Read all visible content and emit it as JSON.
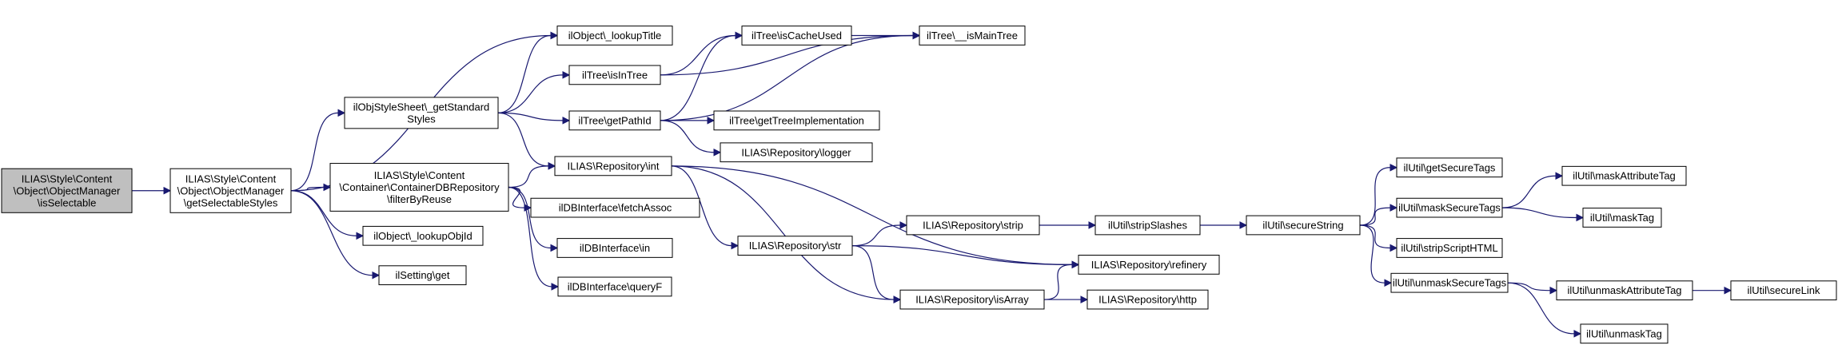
{
  "graph": {
    "edge_color": "#191970",
    "root_fill": "#bfbfbf",
    "nodes": [
      {
        "id": "n0",
        "root": true,
        "lines": [
          "ILIAS\\Style\\Content",
          "\\Object\\ObjectManager",
          "\\isSelectable"
        ]
      },
      {
        "id": "n1",
        "lines": [
          "ILIAS\\Style\\Content",
          "\\Object\\ObjectManager",
          "\\getSelectableStyles"
        ]
      },
      {
        "id": "n2",
        "lines": [
          "ilObject\\_lookupTitle"
        ]
      },
      {
        "id": "n3",
        "lines": [
          "ilObjStyleSheet\\_getStandard",
          "Styles"
        ]
      },
      {
        "id": "n4",
        "lines": [
          "ILIAS\\Style\\Content",
          "\\Container\\ContainerDBRepository",
          "\\filterByReuse"
        ]
      },
      {
        "id": "n5",
        "lines": [
          "ilObject\\_lookupObjId"
        ]
      },
      {
        "id": "n6",
        "lines": [
          "ilSetting\\get"
        ]
      },
      {
        "id": "n7",
        "lines": [
          "ilTree\\isInTree"
        ]
      },
      {
        "id": "n8",
        "lines": [
          "ilTree\\getPathId"
        ]
      },
      {
        "id": "n9",
        "lines": [
          "ILIAS\\Repository\\int"
        ]
      },
      {
        "id": "n10",
        "lines": [
          "ilDBInterface\\fetchAssoc"
        ]
      },
      {
        "id": "n11",
        "lines": [
          "ilDBInterface\\in"
        ]
      },
      {
        "id": "n12",
        "lines": [
          "ilDBInterface\\queryF"
        ]
      },
      {
        "id": "n13",
        "lines": [
          "ilTree\\isCacheUsed"
        ]
      },
      {
        "id": "n14",
        "lines": [
          "ilTree\\__isMainTree"
        ]
      },
      {
        "id": "n15",
        "lines": [
          "ilTree\\getTreeImplementation"
        ]
      },
      {
        "id": "n16",
        "lines": [
          "ILIAS\\Repository\\logger"
        ]
      },
      {
        "id": "n17",
        "lines": [
          "ILIAS\\Repository\\str"
        ]
      },
      {
        "id": "n18",
        "lines": [
          "ILIAS\\Repository\\strip"
        ]
      },
      {
        "id": "n19",
        "lines": [
          "ILIAS\\Repository\\isArray"
        ]
      },
      {
        "id": "n20",
        "lines": [
          "ilUtil\\stripSlashes"
        ]
      },
      {
        "id": "n21",
        "lines": [
          "ILIAS\\Repository\\refinery"
        ]
      },
      {
        "id": "n22",
        "lines": [
          "ILIAS\\Repository\\http"
        ]
      },
      {
        "id": "n23",
        "lines": [
          "ilUtil\\secureString"
        ]
      },
      {
        "id": "n24",
        "lines": [
          "ilUtil\\getSecureTags"
        ]
      },
      {
        "id": "n25",
        "lines": [
          "ilUtil\\maskSecureTags"
        ]
      },
      {
        "id": "n26",
        "lines": [
          "ilUtil\\stripScriptHTML"
        ]
      },
      {
        "id": "n27",
        "lines": [
          "ilUtil\\unmaskSecureTags"
        ]
      },
      {
        "id": "n28",
        "lines": [
          "ilUtil\\maskAttributeTag"
        ]
      },
      {
        "id": "n29",
        "lines": [
          "ilUtil\\maskTag"
        ]
      },
      {
        "id": "n30",
        "lines": [
          "ilUtil\\unmaskAttributeTag"
        ]
      },
      {
        "id": "n31",
        "lines": [
          "ilUtil\\unmaskTag"
        ]
      },
      {
        "id": "n32",
        "lines": [
          "ilUtil\\secureLink"
        ]
      }
    ],
    "edges": [
      [
        "n0",
        "n1"
      ],
      [
        "n1",
        "n2"
      ],
      [
        "n1",
        "n3"
      ],
      [
        "n1",
        "n4"
      ],
      [
        "n1",
        "n5"
      ],
      [
        "n1",
        "n6"
      ],
      [
        "n3",
        "n2"
      ],
      [
        "n3",
        "n7"
      ],
      [
        "n3",
        "n8"
      ],
      [
        "n3",
        "n9"
      ],
      [
        "n4",
        "n9"
      ],
      [
        "n4",
        "n10"
      ],
      [
        "n4",
        "n11"
      ],
      [
        "n4",
        "n12"
      ],
      [
        "n7",
        "n13"
      ],
      [
        "n7",
        "n14"
      ],
      [
        "n8",
        "n13"
      ],
      [
        "n8",
        "n14"
      ],
      [
        "n8",
        "n15"
      ],
      [
        "n8",
        "n16"
      ],
      [
        "n13",
        "n14"
      ],
      [
        "n9",
        "n17"
      ],
      [
        "n9",
        "n21"
      ],
      [
        "n9",
        "n19"
      ],
      [
        "n17",
        "n18"
      ],
      [
        "n17",
        "n21"
      ],
      [
        "n17",
        "n19"
      ],
      [
        "n18",
        "n20"
      ],
      [
        "n20",
        "n23"
      ],
      [
        "n19",
        "n21"
      ],
      [
        "n19",
        "n22"
      ],
      [
        "n23",
        "n24"
      ],
      [
        "n23",
        "n25"
      ],
      [
        "n23",
        "n26"
      ],
      [
        "n23",
        "n27"
      ],
      [
        "n25",
        "n28"
      ],
      [
        "n25",
        "n29"
      ],
      [
        "n27",
        "n30"
      ],
      [
        "n27",
        "n31"
      ],
      [
        "n30",
        "n32"
      ]
    ]
  }
}
